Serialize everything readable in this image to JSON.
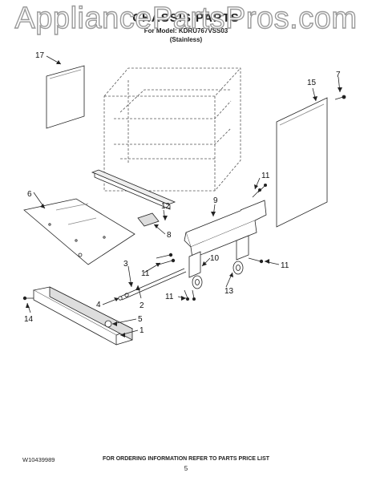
{
  "header": {
    "watermark": "AppliancePartsPros.com",
    "title": "CHASSIS PARTS",
    "model_line": "For Model: KDRU767VSS03",
    "variant": "(Stainless)"
  },
  "callouts": [
    {
      "id": "17",
      "label": "17"
    },
    {
      "id": "15",
      "label": "15"
    },
    {
      "id": "7",
      "label": "7"
    },
    {
      "id": "11a",
      "label": "11"
    },
    {
      "id": "6",
      "label": "6"
    },
    {
      "id": "9",
      "label": "9"
    },
    {
      "id": "12",
      "label": "12"
    },
    {
      "id": "8",
      "label": "8"
    },
    {
      "id": "3",
      "label": "3"
    },
    {
      "id": "11b",
      "label": "11"
    },
    {
      "id": "10",
      "label": "10"
    },
    {
      "id": "11c",
      "label": "11"
    },
    {
      "id": "4",
      "label": "4"
    },
    {
      "id": "2",
      "label": "2"
    },
    {
      "id": "13",
      "label": "13"
    },
    {
      "id": "11d",
      "label": "11"
    },
    {
      "id": "14",
      "label": "14"
    },
    {
      "id": "5",
      "label": "5"
    },
    {
      "id": "1",
      "label": "1"
    }
  ],
  "footer": {
    "doc_number": "W10439989",
    "ordering_note": "FOR ORDERING INFORMATION REFER TO PARTS PRICE LIST",
    "page_number": "5"
  }
}
